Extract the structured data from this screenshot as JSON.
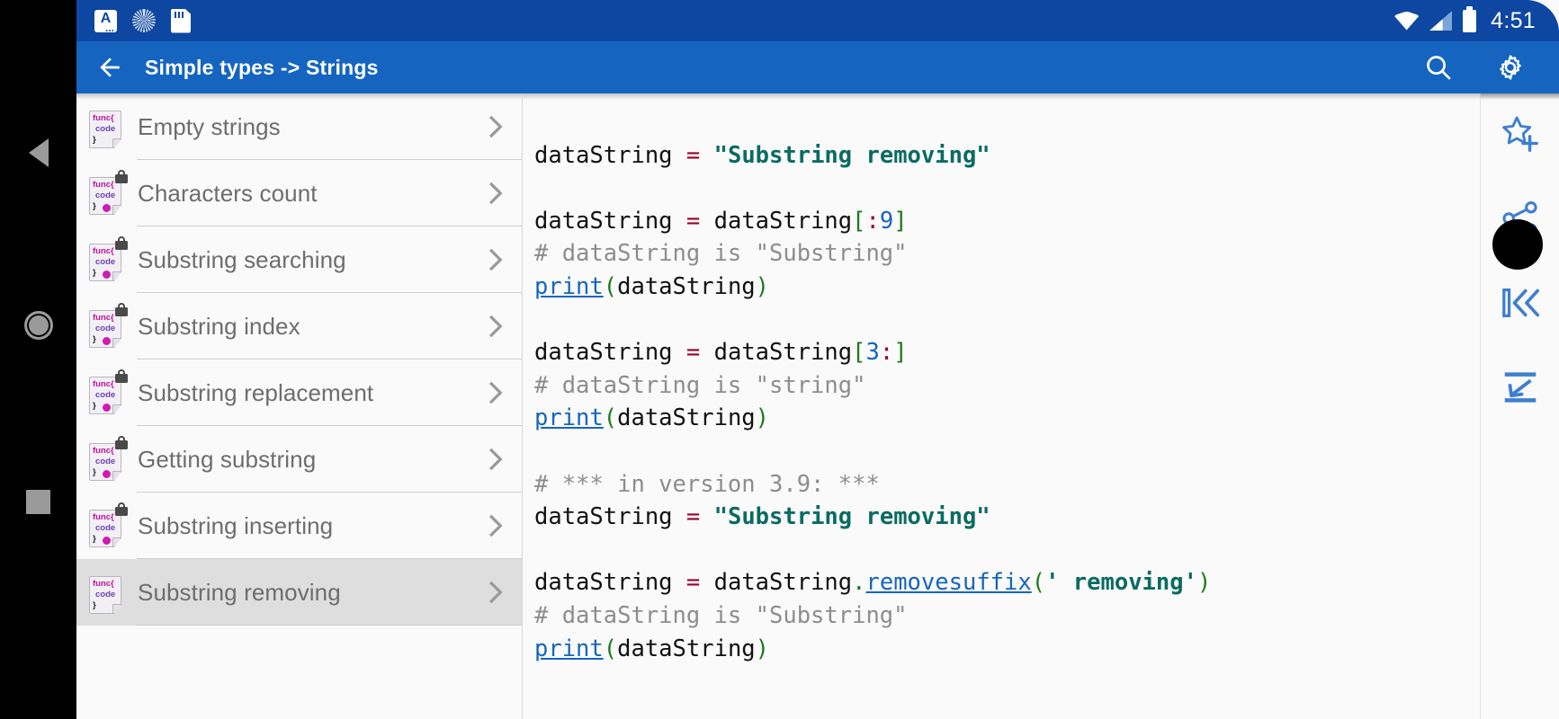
{
  "statusbar": {
    "icons_left": [
      "a-notification-icon",
      "sync-icon",
      "sd-card-icon"
    ],
    "icons_right": [
      "wifi-icon",
      "cellular-signal-icon",
      "battery-icon"
    ],
    "clock": "4:51"
  },
  "appbar": {
    "back_icon": "back-arrow-icon",
    "title": "Simple types -> Strings",
    "actions": [
      {
        "icon": "search-icon",
        "name": "search-button"
      },
      {
        "icon": "gear-icon",
        "name": "settings-button"
      }
    ]
  },
  "navbar": {
    "items": [
      {
        "name": "nav-back-button",
        "icon": "triangle-left-icon"
      },
      {
        "name": "nav-home-button",
        "icon": "circle-icon"
      },
      {
        "name": "nav-recents-button",
        "icon": "square-icon"
      }
    ]
  },
  "list": {
    "items": [
      {
        "label": "Empty strings",
        "locked": false,
        "dot": false,
        "selected": false
      },
      {
        "label": "Characters count",
        "locked": true,
        "dot": true,
        "selected": false
      },
      {
        "label": "Substring searching",
        "locked": true,
        "dot": true,
        "selected": false
      },
      {
        "label": "Substring index",
        "locked": true,
        "dot": true,
        "selected": false
      },
      {
        "label": "Substring replacement",
        "locked": true,
        "dot": true,
        "selected": false
      },
      {
        "label": "Getting substring",
        "locked": true,
        "dot": true,
        "selected": false
      },
      {
        "label": "Substring inserting",
        "locked": true,
        "dot": true,
        "selected": false
      },
      {
        "label": "Substring removing",
        "locked": false,
        "dot": false,
        "selected": true
      }
    ],
    "doc_icon_text": {
      "line1": "func{",
      "line2": "code",
      "line3": "}"
    },
    "chevron_icon": "chevron-right-icon"
  },
  "code": {
    "language": "python",
    "lines": [
      "dataString = \"Substring removing\"",
      "",
      "dataString = dataString[:9]",
      "# dataString is \"Substring\"",
      "print(dataString)",
      "",
      "dataString = dataString[3:]",
      "# dataString is \"string\"",
      "print(dataString)",
      "",
      "# *** in version 3.9: ***",
      "dataString = \"Substring removing\"",
      "",
      "dataString = dataString.removesuffix(' removing')",
      "# dataString is \"Substring\"",
      "print(dataString)"
    ],
    "tokens": {
      "var": "dataString",
      "assign": "=",
      "string1": "\"Substring removing\"",
      "slice1": "[:9]",
      "slice2": "[3:]",
      "comment1": "# dataString is \"Substring\"",
      "comment2": "# dataString is \"string\"",
      "comment3": "# *** in version 3.9: ***",
      "func_print": "print",
      "func_removesuffix": "removesuffix",
      "arg_removing": "' removing'"
    }
  },
  "rail": {
    "items": [
      {
        "name": "add-to-favorites-button",
        "icon": "star-plus-icon"
      },
      {
        "name": "share-button",
        "icon": "share-icon"
      },
      {
        "name": "skip-to-start-button",
        "icon": "skip-previous-icon"
      },
      {
        "name": "collapse-button",
        "icon": "collapse-arrow-icon"
      }
    ]
  },
  "colors": {
    "statusbar_bg": "#0d47a1",
    "appbar_bg": "#1565c0",
    "accent": "#1565c0",
    "string": "#0b6b62",
    "operator": "#99002b",
    "comment": "#8d8d8d",
    "bracket": "#1d7a1d",
    "number": "#1565c0",
    "selected_row": "#dedede"
  }
}
